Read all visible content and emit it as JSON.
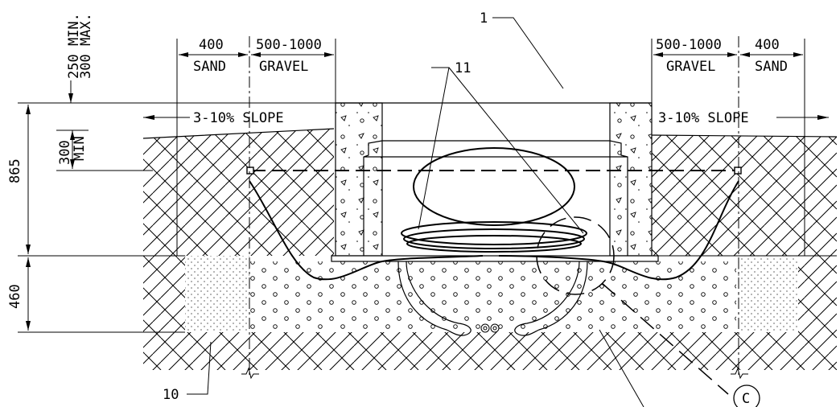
{
  "dimensions": {
    "cover_min": "250 MIN.",
    "cover_max": "300 MAX.",
    "sand_width": "400",
    "gravel_width": "500-1000",
    "total_depth": "865",
    "drain_depth_value": "300",
    "drain_depth_suffix": "MIN",
    "bed_depth": "460"
  },
  "materials": {
    "sand": "SAND",
    "gravel": "GRAVEL"
  },
  "slopes": {
    "left": "3-10% SLOPE",
    "right": "3-10% SLOPE"
  },
  "callouts": {
    "item_1": "1",
    "item_10": "10",
    "item_11": "11",
    "detail_ref": "C"
  }
}
